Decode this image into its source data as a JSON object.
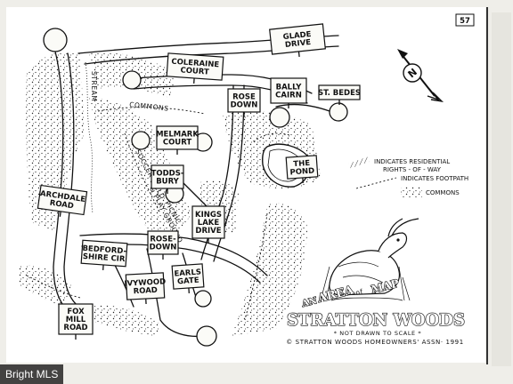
{
  "page_number": "57",
  "title": {
    "line1_an": "AN",
    "line1_area": "AREA",
    "line1_map": "MAP",
    "line1_of": "of",
    "line2": "STRATTON WOODS",
    "not_to_scale": "* NOT DRAWN TO SCALE *",
    "copyright": "© STRATTON WOODS HOMEOWNERS' ASSN· 1991"
  },
  "road_labels": [
    {
      "id": "glade-drive",
      "lines": [
        "GLADE",
        "DRIVE"
      ]
    },
    {
      "id": "coleraine-court",
      "lines": [
        "COLERAINE",
        "COURT"
      ]
    },
    {
      "id": "rose-down-north",
      "lines": [
        "ROSE",
        "DOWN"
      ]
    },
    {
      "id": "bally-cairn",
      "lines": [
        "BALLY",
        "CAIRN"
      ]
    },
    {
      "id": "st-bedes",
      "lines": [
        "ST. BEDES"
      ]
    },
    {
      "id": "melmark-court",
      "lines": [
        "MELMARK",
        "COURT"
      ]
    },
    {
      "id": "toddsbury",
      "lines": [
        "TODDS-",
        "BURY"
      ]
    },
    {
      "id": "the-pond",
      "lines": [
        "THE",
        "POND"
      ]
    },
    {
      "id": "archdale-road",
      "lines": [
        "ARCHDALE",
        "ROAD"
      ]
    },
    {
      "id": "kings-lake-drive",
      "lines": [
        "KINGS",
        "LAKE",
        "DRIVE"
      ]
    },
    {
      "id": "rose-down-south",
      "lines": [
        "ROSE-",
        "DOWN"
      ]
    },
    {
      "id": "bedford-shire-cir",
      "lines": [
        "BEDFORD-",
        "SHIRE CIR"
      ]
    },
    {
      "id": "ivywood-road",
      "lines": [
        "IVYWOOD",
        "ROAD"
      ]
    },
    {
      "id": "earls-gate",
      "lines": [
        "EARLS",
        "GATE"
      ]
    },
    {
      "id": "fox-mill-road",
      "lines": [
        "FOX",
        "MILL",
        "ROAD"
      ]
    }
  ],
  "area_labels": {
    "stream": "STREAM",
    "commons": "COMMONS",
    "soccer_field": "SOCCER FIELD",
    "picnic": "PICNIC",
    "play_ground": "& PLAY GROUND"
  },
  "legend": [
    {
      "symbol": "hatch",
      "text": "INDICATES RESIDENTIAL"
    },
    {
      "symbol": "hatch-cont",
      "text": "RIGHTS - OF - WAY"
    },
    {
      "symbol": "dashed",
      "text": "INDICATES FOOTPATH"
    },
    {
      "symbol": "stipple",
      "text": "COMMONS"
    }
  ],
  "compass": {
    "letter": "N",
    "icon": "compass-arrow-icon"
  },
  "watermark": "Bright MLS"
}
